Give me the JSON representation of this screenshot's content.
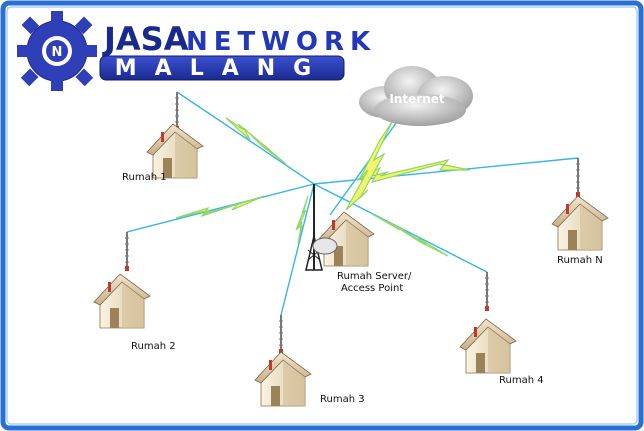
{
  "brand": {
    "line1": "JASA",
    "line2": "NETWORK",
    "line3": "MALANG",
    "logo_letter": "N",
    "colors": {
      "frame": "#2a6fd6",
      "gear": "#2f3fb8",
      "banner": "#2538b0"
    }
  },
  "cloud": {
    "label": "Internet"
  },
  "nodes": {
    "server": "Rumah Server/\nAccess Point",
    "server_line1": "Rumah Server/",
    "server_line2": "Access Point",
    "rumah1": "Rumah 1",
    "rumah2": "Rumah 2",
    "rumah3": "Rumah 3",
    "rumah4": "Rumah 4",
    "rumahN": "Rumah N"
  },
  "colors": {
    "link": "#35b6e6",
    "bolt_fill": "#f3f56a",
    "bolt_stroke": "#8fd66a"
  }
}
